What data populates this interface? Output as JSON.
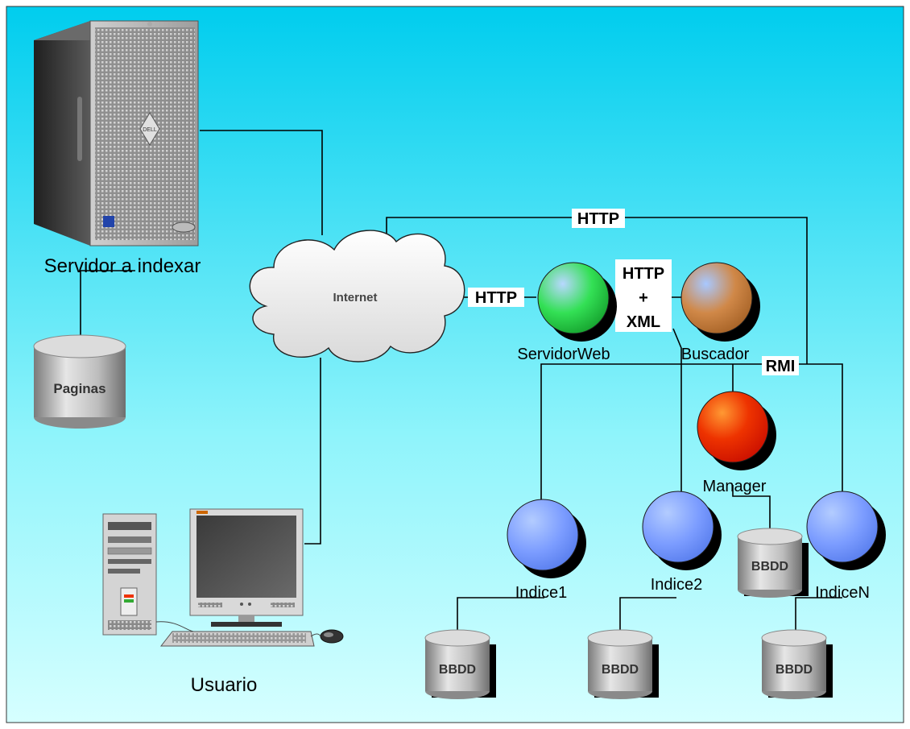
{
  "labels": {
    "servidor": "Servidor a indexar",
    "paginas": "Paginas",
    "internet": "Internet",
    "usuario": "Usuario",
    "servidor_web": "ServidorWeb",
    "buscador": "Buscador",
    "manager": "Manager",
    "indice1": "Indice1",
    "indice2": "Indice2",
    "indiceN": "IndiceN",
    "bbdd": "BBDD"
  },
  "protocols": {
    "http_top": "HTTP",
    "http_web": "HTTP",
    "http_xml_1": "HTTP",
    "http_xml_2": "+",
    "http_xml_3": "XML",
    "rmi": "RMI"
  },
  "colors": {
    "gradient_top": "#00ccee",
    "gradient_bottom": "#ccffff",
    "servidor_web_node": "#22dd44",
    "buscador_node": "#cc8844",
    "manager_node": "#ee3300",
    "indice_node": "#7799ff"
  }
}
